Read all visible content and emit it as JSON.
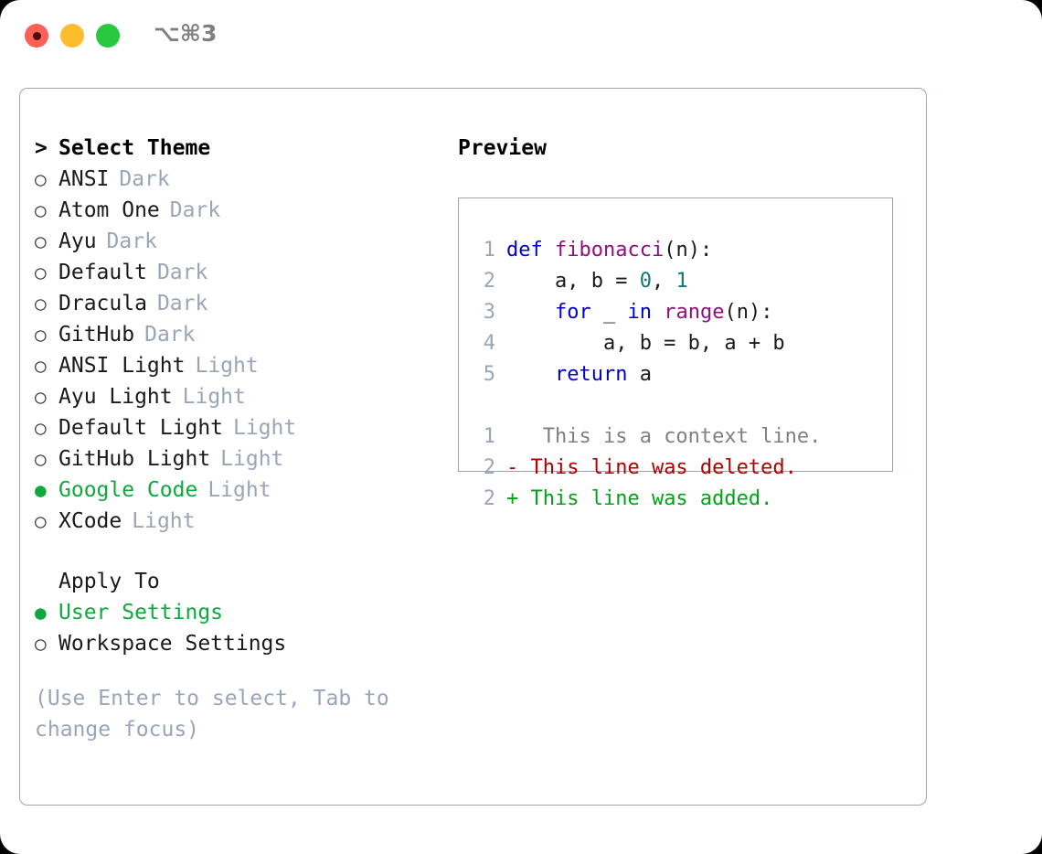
{
  "window": {
    "traffic_lights": [
      {
        "name": "close",
        "color": "#ff5f57"
      },
      {
        "name": "minimize",
        "color": "#ffbd2e"
      },
      {
        "name": "zoom",
        "color": "#28c840"
      }
    ],
    "shortcut": "⌥⌘3"
  },
  "theme_picker": {
    "prompt_caret": ">",
    "title": "Select Theme",
    "bullet_empty": "○",
    "bullet_selected": "●",
    "items": [
      {
        "label": "ANSI",
        "tag": "Dark",
        "selected": false
      },
      {
        "label": "Atom One",
        "tag": "Dark",
        "selected": false
      },
      {
        "label": "Ayu",
        "tag": "Dark",
        "selected": false
      },
      {
        "label": "Default",
        "tag": "Dark",
        "selected": false
      },
      {
        "label": "Dracula",
        "tag": "Dark",
        "selected": false
      },
      {
        "label": "GitHub",
        "tag": "Dark",
        "selected": false
      },
      {
        "label": "ANSI Light",
        "tag": "Light",
        "selected": false
      },
      {
        "label": "Ayu Light",
        "tag": "Light",
        "selected": false
      },
      {
        "label": "Default Light",
        "tag": "Light",
        "selected": false
      },
      {
        "label": "GitHub Light",
        "tag": "Light",
        "selected": false
      },
      {
        "label": "Google Code",
        "tag": "Light",
        "selected": true
      },
      {
        "label": "XCode",
        "tag": "Light",
        "selected": false
      }
    ]
  },
  "apply_to": {
    "title": "Apply To",
    "options": [
      {
        "label": "User Settings",
        "selected": true
      },
      {
        "label": "Workspace Settings",
        "selected": false
      }
    ]
  },
  "hint": "(Use Enter to select, Tab to change focus)",
  "preview": {
    "title": "Preview",
    "accent_green": "#0fa83f",
    "border_color": "#9aa5b5",
    "syntax": {
      "keyword": "#0000cc",
      "function": "#8f0f7f",
      "number": "#0b7a78",
      "text": "#1a1a1a",
      "line_number": "#9aa5b8",
      "diff_context": "#808080",
      "diff_deleted": "#b00000",
      "diff_added": "#00a317"
    },
    "code_lines": [
      {
        "n": "1",
        "tokens": [
          {
            "t": "def",
            "c": "kw"
          },
          {
            "t": " ",
            "c": "txt"
          },
          {
            "t": "fibonacci",
            "c": "fn"
          },
          {
            "t": "(n):",
            "c": "txt"
          }
        ]
      },
      {
        "n": "2",
        "tokens": [
          {
            "t": "    a, b = ",
            "c": "txt"
          },
          {
            "t": "0",
            "c": "num"
          },
          {
            "t": ", ",
            "c": "txt"
          },
          {
            "t": "1",
            "c": "num"
          }
        ]
      },
      {
        "n": "3",
        "tokens": [
          {
            "t": "    ",
            "c": "txt"
          },
          {
            "t": "for",
            "c": "kw"
          },
          {
            "t": " _ ",
            "c": "txt"
          },
          {
            "t": "in",
            "c": "kw"
          },
          {
            "t": " ",
            "c": "txt"
          },
          {
            "t": "range",
            "c": "fn"
          },
          {
            "t": "(n):",
            "c": "txt"
          }
        ]
      },
      {
        "n": "4",
        "tokens": [
          {
            "t": "        a, b = b, a + b",
            "c": "txt"
          }
        ]
      },
      {
        "n": "5",
        "tokens": [
          {
            "t": "    ",
            "c": "txt"
          },
          {
            "t": "return",
            "c": "kw"
          },
          {
            "t": " a",
            "c": "txt"
          }
        ]
      }
    ],
    "diff_lines": [
      {
        "n": "1",
        "marker": " ",
        "text": "  This is a context line.",
        "kind": "ctx"
      },
      {
        "n": "2",
        "marker": "-",
        "text": " This line was deleted.",
        "kind": "del"
      },
      {
        "n": "2",
        "marker": "+",
        "text": " This line was added.",
        "kind": "add"
      }
    ]
  }
}
